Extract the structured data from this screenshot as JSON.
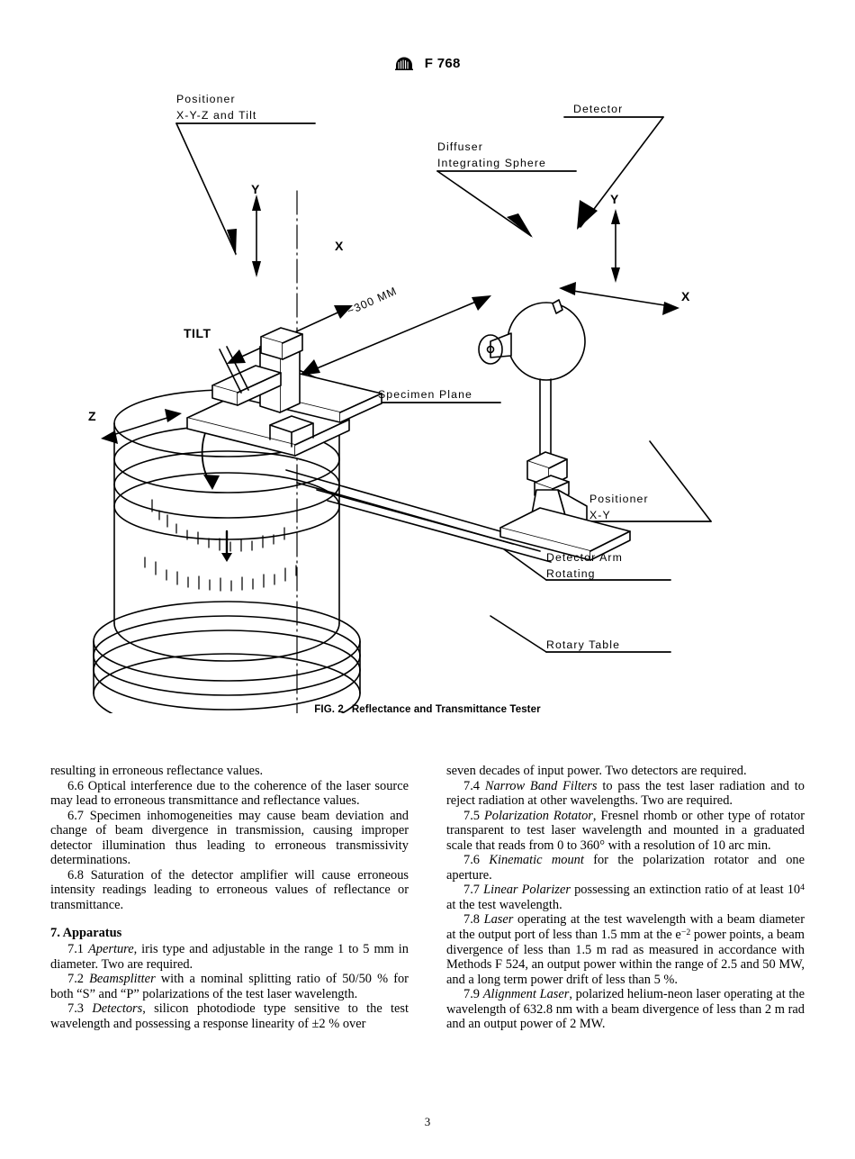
{
  "header": {
    "logo_alt": "ASTM",
    "standard_number": "F 768"
  },
  "figure": {
    "caption_number": "FIG. 2",
    "caption_title": "Reflectance and Transmittance Tester",
    "labels": {
      "positioner_xyz": "Positioner\nX-Y-Z and Tilt",
      "positioner_xyz_line1": "Positioner",
      "positioner_xyz_line2": "X-Y-Z and Tilt",
      "detector": "Detector",
      "diffuser_line1": "Diffuser",
      "diffuser_line2": "Integrating Sphere",
      "specimen_plane": "Specimen Plane",
      "positioner_xy_line1": "Positioner",
      "positioner_xy_line2": "X-Y",
      "detector_arm_line1": "Detector Arm",
      "detector_arm_line2": "Rotating",
      "rotary_table": "Rotary Table",
      "tilt": "TILT",
      "distance": "~300 MM",
      "axis_x_left": "X",
      "axis_y_left": "Y",
      "axis_z_left": "Z",
      "axis_x_right": "X",
      "axis_y_right": "Y"
    }
  },
  "left_column": {
    "p_cont": "resulting in erroneous reflectance values.",
    "p66_num": "6.6",
    "p66_text": "Optical interference due to the coherence of the laser source may lead to erroneous transmittance and reflectance values.",
    "p67_num": "6.7",
    "p67_text": "Specimen inhomogeneities may cause beam deviation and change of beam divergence in transmission, causing improper detector illumination thus leading to erroneous transmissivity determinations.",
    "p68_num": "6.8",
    "p68_text": "Saturation of the detector amplifier will cause erroneous intensity readings leading to erroneous values of reflectance or transmittance.",
    "section_heading_num": "7.",
    "section_heading_title": "Apparatus",
    "p71_num": "7.1",
    "p71_term": "Aperture",
    "p71_text": ", iris type and adjustable in the range 1 to 5 mm in diameter. Two are required.",
    "p72_num": "7.2",
    "p72_term": "Beamsplitter",
    "p72_text": " with a nominal splitting ratio of 50/50 % for both “S” and “P” polarizations of the test laser wavelength.",
    "p73_num": "7.3",
    "p73_term": "Detectors",
    "p73_text": ", silicon photodiode type sensitive to the test wavelength and possessing a response linearity of ±2 % over"
  },
  "right_column": {
    "p_cont": "seven decades of input power. Two detectors are required.",
    "p74_num": "7.4",
    "p74_term": "Narrow Band Filters",
    "p74_text": " to pass the test laser radiation and to reject radiation at other wavelengths. Two are required.",
    "p75_num": "7.5",
    "p75_term": "Polarization Rotator",
    "p75_text": ", Fresnel rhomb or other type of rotator transparent to test laser wavelength and mounted in a graduated scale that reads from 0 to 360° with a resolution of 10 arc min.",
    "p76_num": "7.6",
    "p76_term": "Kinematic mount",
    "p76_text": " for the polarization rotator and one aperture.",
    "p77_num": "7.7",
    "p77_term": "Linear Polarizer",
    "p77_text_a": " possessing an extinction ratio of at least 10",
    "p77_sup": "4",
    "p77_text_b": " at the test wavelength.",
    "p78_num": "7.8",
    "p78_term": "Laser",
    "p78_text_a": " operating at the test wavelength with a beam diameter at the output port of less than 1.5 mm at the e",
    "p78_sup": "−2",
    "p78_text_b": " power points, a beam divergence of less than 1.5 m rad as measured in accordance with Methods F 524, an output power within the range of 2.5 and 50 MW, and a long term power drift of less than 5 %.",
    "p79_num": "7.9",
    "p79_term": "Alignment Laser",
    "p79_text": ", polarized helium-neon laser operating at the wavelength of 632.8 nm with a beam divergence of less than 2 m rad and an output power of 2 MW."
  },
  "footer": {
    "page_number": "3"
  },
  "colors": {
    "ink": "#000000",
    "paper": "#ffffff"
  }
}
